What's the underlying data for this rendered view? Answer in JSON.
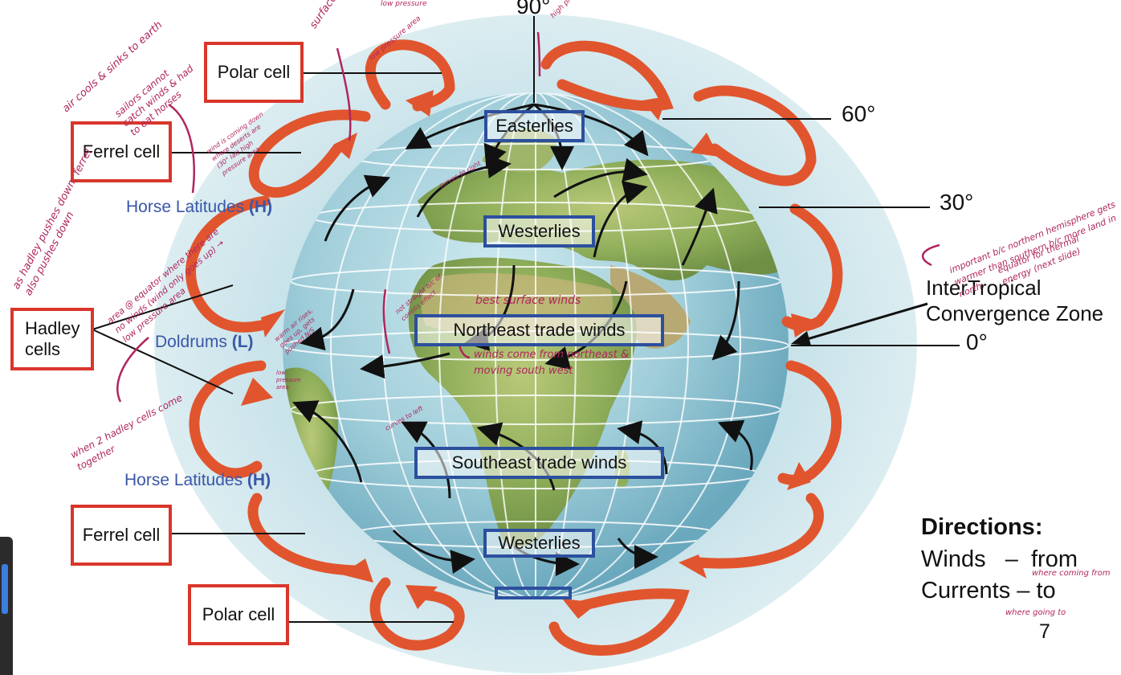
{
  "degrees": {
    "d90": "90°",
    "d60": "60°",
    "d30": "30°",
    "d0": "0°"
  },
  "cells": {
    "polar_north": "Polar cell",
    "ferrel_north": "Ferrel cell",
    "hadley": "Hadley cells",
    "ferrel_south": "Ferrel cell",
    "polar_south": "Polar cell"
  },
  "pressure_zones": {
    "horse_north": {
      "text": "Horse Latitudes ",
      "symbol": "(H)"
    },
    "doldrums": {
      "text": "Doldrums ",
      "symbol": "(L)"
    },
    "horse_south": {
      "text": "Horse Latitudes ",
      "symbol": "(H)"
    }
  },
  "winds": {
    "easterlies": "Easterlies",
    "westerlies_north": "Westerlies",
    "ne_trades": "Northeast trade winds",
    "se_trades": "Southeast trade winds",
    "westerlies_south": "Westerlies"
  },
  "itcz": {
    "line1": "InterTropical",
    "line2": "Convergence Zone"
  },
  "directions": {
    "title": "Directions:",
    "winds": "Winds   –  from",
    "currents": "Currents –  to",
    "page": "7"
  },
  "handwritten": {
    "surface_winds": "surface winds",
    "low_pressure_top": "low pressure",
    "high_pressure_area": "high pressure area",
    "low_pressure_area": "low pressure area",
    "air_cools": "air cools & sinks to earth",
    "sailors": "sailors cannot catch winds & had to eat horses",
    "wind_coming_down": "wind is coming down where deserts are (30° lat) high pressure area",
    "hadley_pushes": "as hadley pushes down, ferrel also pushes down",
    "area_equator": "area @ equator where there are no winds (wind only goes up) → low pressure area",
    "curves_right": "curves to right",
    "not_straight": "not straight b/c of coriolis effect",
    "best_surface": "best surface winds",
    "winds_come_from": "winds come from northeast & moving south west",
    "warm_air": "warm air rises, goes up, gets pushed N/S",
    "low_pressure_small": "low pressure area",
    "when_two": "when 2 hadley cells come together",
    "curves_left": "curves to left",
    "important": "important b/c northern hemisphere gets warmer than southern b/c more land in north",
    "equator_thermal": "equator for thermal energy (next slide)",
    "where_coming_from": "where coming from",
    "where_going_to": "where going to"
  }
}
